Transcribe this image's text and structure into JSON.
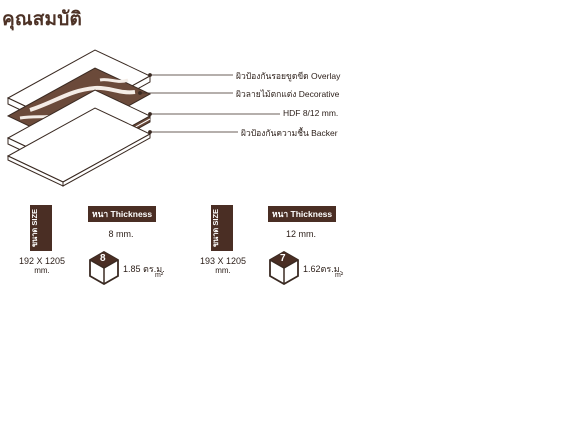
{
  "page_title": "คุณสมบัติ",
  "layers": [
    {
      "label": "ผิวป้องกันรอยขูดขีด  Overlay"
    },
    {
      "label": "ผิวลายไม้ตกแต่ง  Decorative"
    },
    {
      "label": "HDF 8/12 mm."
    },
    {
      "label": "ผิวป้องกันความชื้น  Backer"
    }
  ],
  "specs": [
    {
      "size_badge": "ขนาด SIZE",
      "size_value": "192 X 1205",
      "size_unit": "mm.",
      "thickness_label": "หนา Thickness",
      "thickness_value": "8 mm.",
      "pieces": "8",
      "area": "1.85 ตร.ม.",
      "area_unit": "m²"
    },
    {
      "size_badge": "ขนาด SIZE",
      "size_value": "193 X 1205",
      "size_unit": "mm.",
      "thickness_label": "หนา Thickness",
      "thickness_value": "12 mm.",
      "pieces": "7",
      "area": "1.62ตร.ม.",
      "area_unit": "m²"
    }
  ],
  "colors": {
    "accent": "#4a2e24",
    "wood": "#6b4a3a"
  },
  "icons": {
    "box": "box-icon"
  }
}
